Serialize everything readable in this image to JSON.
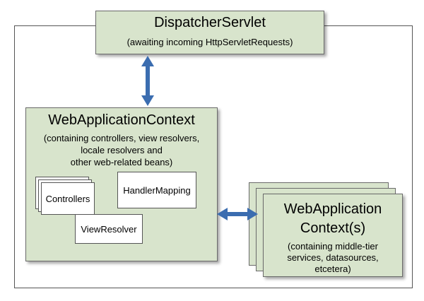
{
  "dispatcher": {
    "title": "DispatcherServlet",
    "subtitle": "(awaiting incoming HttpServletRequests)"
  },
  "web_context": {
    "title": "WebApplicationContext",
    "description_lines": [
      "(containing controllers, view resolvers,",
      "locale resolvers and",
      "other web-related beans)"
    ],
    "components": {
      "controllers": "Controllers",
      "handler_mapping": "HandlerMapping",
      "view_resolver": "ViewResolver"
    }
  },
  "root_context": {
    "title_lines": [
      "WebApplication",
      "Context(s)"
    ],
    "description_lines": [
      "(containing middle-tier",
      "services, datasources,",
      "etcetera)"
    ]
  },
  "colors": {
    "box_fill": "#d8e4cc",
    "arrow": "#3b6db0",
    "border": "#555555"
  }
}
